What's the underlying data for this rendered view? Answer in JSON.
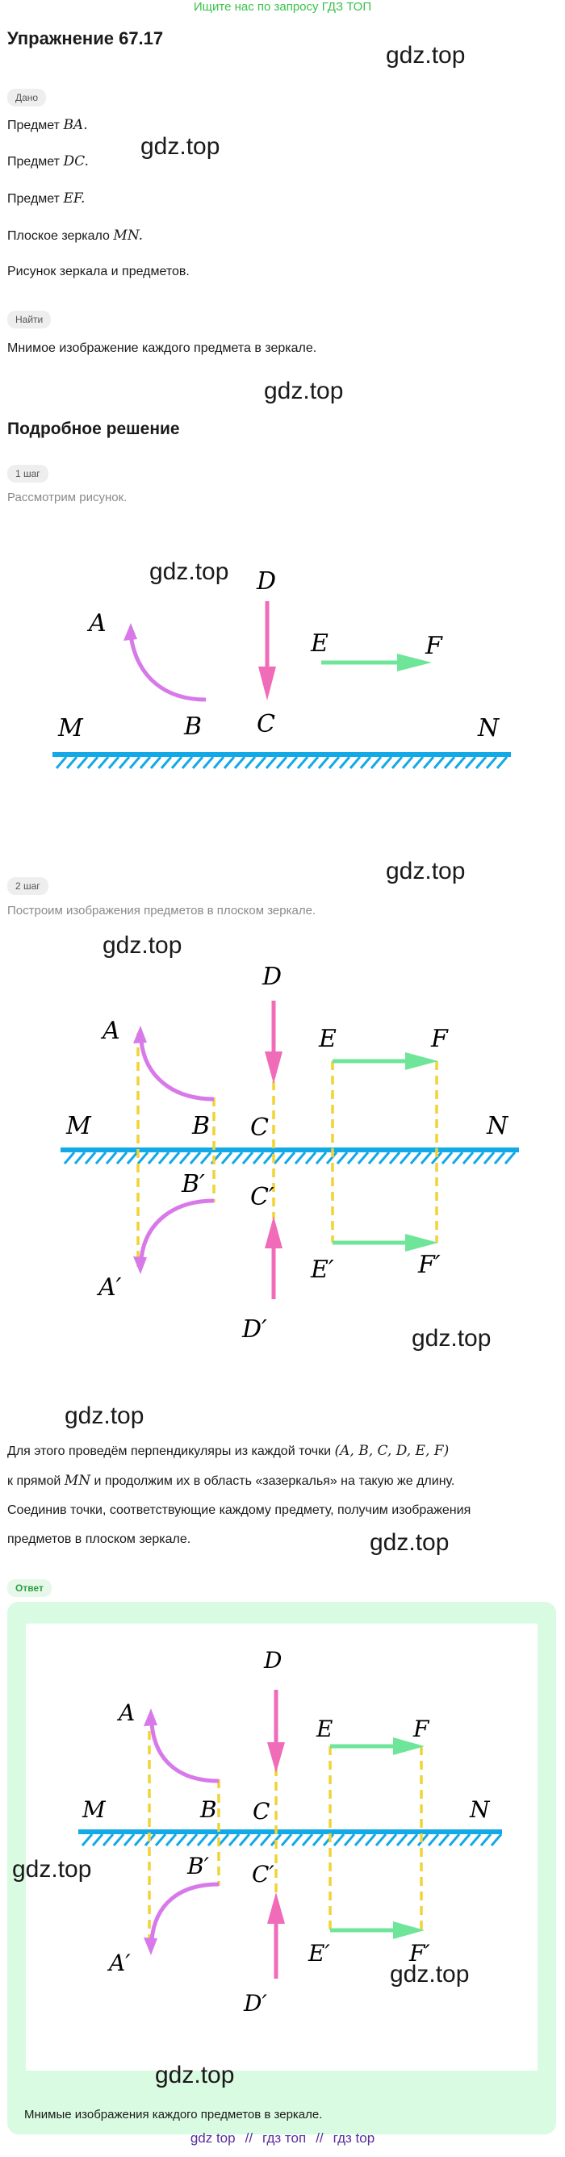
{
  "banner": "Ищите нас по запросу ГДЗ ТОП",
  "title": "Упражнение 67.17",
  "watermark": "gdz.top",
  "given": {
    "label": "Дано",
    "lines": [
      {
        "text": "Предмет",
        "math": "BA."
      },
      {
        "text": "Предмет",
        "math": "DC."
      },
      {
        "text": "Предмет",
        "math": "EF."
      },
      {
        "text": "Плоское зеркало",
        "math": "MN."
      },
      {
        "text": "Рисунок зеркала и предметов.",
        "math": ""
      }
    ]
  },
  "find": {
    "label": "Найти",
    "text": "Мнимое изображение каждого предмета в зеркале."
  },
  "solution": {
    "heading": "Подробное решение",
    "step1": {
      "label": "1 шаг",
      "text": "Рассмотрим рисунок."
    },
    "step2": {
      "label": "2 шаг",
      "text": "Построим изображения предметов в плоском зеркале."
    },
    "paragraph": {
      "line1_pre": "Для этого проведём перпендикуляры из каждой точки",
      "line1_math": "(A, B, C, D, E, F)",
      "line2_pre": "к прямой",
      "line2_math": "MN",
      "line2_post": "и продолжим их в область «зазеркалья» на такую же длину.",
      "line3": "Соединив точки, соответствующие каждому предмету, получим изображения",
      "line4": "предметов в плоском зеркале."
    }
  },
  "answer": {
    "label": "Ответ",
    "text": "Мнимые изображения каждого предметов в зеркале."
  },
  "figure_labels": {
    "A": "A",
    "B": "B",
    "C": "C",
    "D": "D",
    "E": "E",
    "F": "F",
    "M": "M",
    "N": "N",
    "A1": "A′",
    "B1": "B′",
    "C1": "C′",
    "D1": "D′",
    "E1": "E′",
    "F1": "F′"
  },
  "colors": {
    "mirror": "#12a9e6",
    "arc": "#d879ea",
    "dc_arrow": "#f06bb8",
    "ef_arrow": "#6fe59a",
    "dashes": "#f0d334",
    "answer_bg": "#d9fbe2",
    "banner": "#39c24a",
    "footer": "#5a2ca0"
  },
  "footer": [
    "gdz top",
    "//",
    "гдз топ",
    "//",
    "гдз top"
  ]
}
